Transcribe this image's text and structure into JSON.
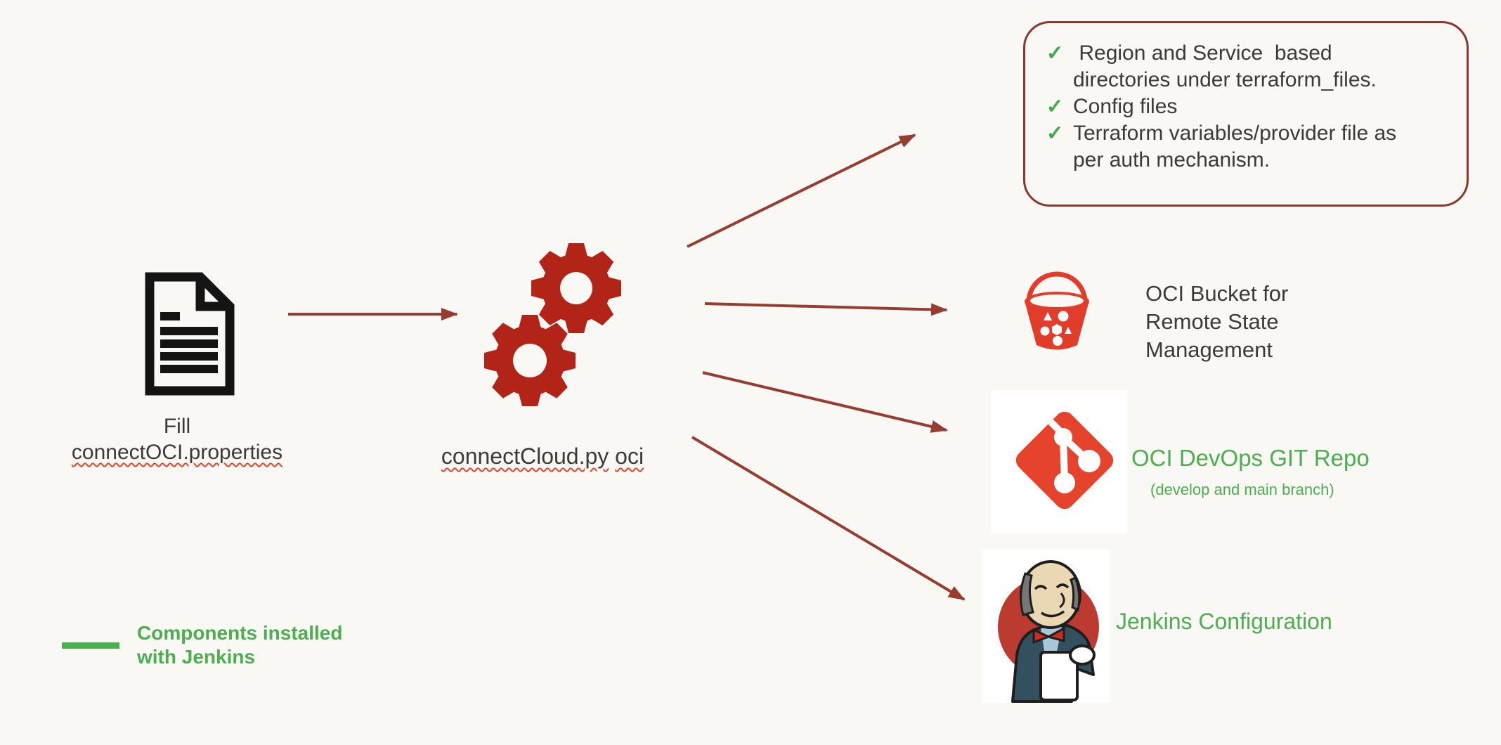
{
  "colors": {
    "background": "#FAF8F5",
    "maroon": "#963D30",
    "box-border": "#8A372C",
    "gear-red": "#B22318",
    "bright-red": "#E23C2A",
    "git-red": "#E6432D",
    "green": "#4BAE4F",
    "check-green": "#3EA949",
    "ink": "#3B3A39",
    "squiggle": "#E0452F"
  },
  "checklist": {
    "check_glyph": "✓",
    "items": [
      {
        "lines": [
          " Region and Service  based",
          "directories under terraform_files."
        ]
      },
      {
        "lines": [
          "Config files"
        ]
      },
      {
        "lines": [
          "Terraform variables/provider file as",
          "per auth mechanism."
        ]
      }
    ]
  },
  "properties_node": {
    "title_line1": "Fill",
    "title_line2": "connectOCI.properties"
  },
  "script_node": {
    "name": "connectCloud.py",
    "arg": "oci"
  },
  "bucket_node": {
    "lines": [
      "OCI Bucket for",
      "Remote State",
      "Management"
    ]
  },
  "git_node": {
    "title": "OCI DevOps GIT Repo",
    "subtitle": "(develop and main branch)"
  },
  "jenkins_node": {
    "title": "Jenkins Configuration"
  },
  "legend": {
    "lines": [
      "Components installed",
      "with Jenkins"
    ]
  }
}
